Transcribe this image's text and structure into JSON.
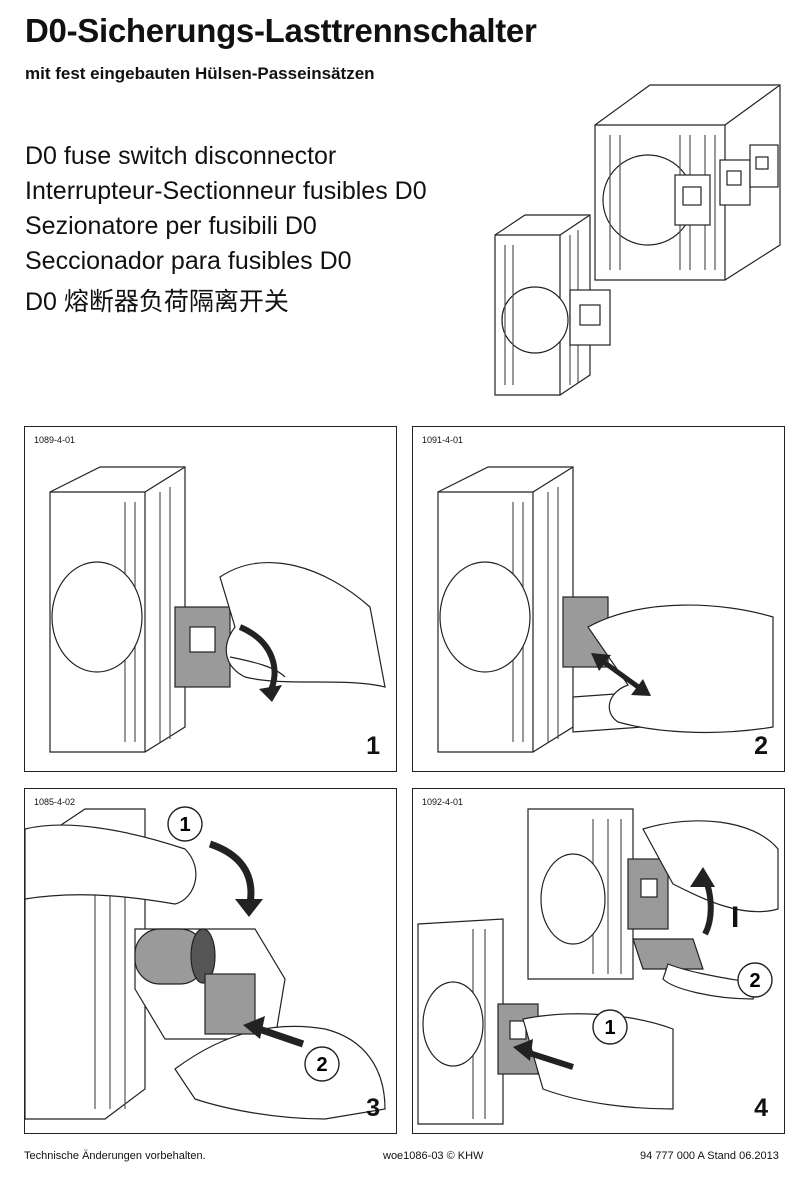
{
  "header": {
    "title": "D0-Sicherungs-Lasttrennschalter",
    "subtitle": "mit fest eingebauten Hülsen-Passeinsätzen"
  },
  "languages": [
    "D0 fuse switch disconnector",
    "Interrupteur-Sectionneur fusibles D0",
    "Sezionatore per fusibili D0",
    "Seccionador para fusibles D0",
    "D0 熔断器负荷隔离开关"
  ],
  "panels": [
    {
      "code": "1089-4-01",
      "step": "1"
    },
    {
      "code": "1091-4-01",
      "step": "2"
    },
    {
      "code": "1085-4-02",
      "step": "3",
      "callouts": [
        "1",
        "2"
      ]
    },
    {
      "code": "1092-4-01",
      "step": "4",
      "callouts": [
        "1",
        "2"
      ],
      "mark": "I"
    }
  ],
  "footer": {
    "left": "Technische Änderungen vorbehalten.",
    "center": "woe1086-03  © KHW",
    "right": "94 777 000 A    Stand 06.2013"
  },
  "colors": {
    "line": "#222222",
    "shade": "#9a9a9a",
    "dark": "#555555"
  }
}
